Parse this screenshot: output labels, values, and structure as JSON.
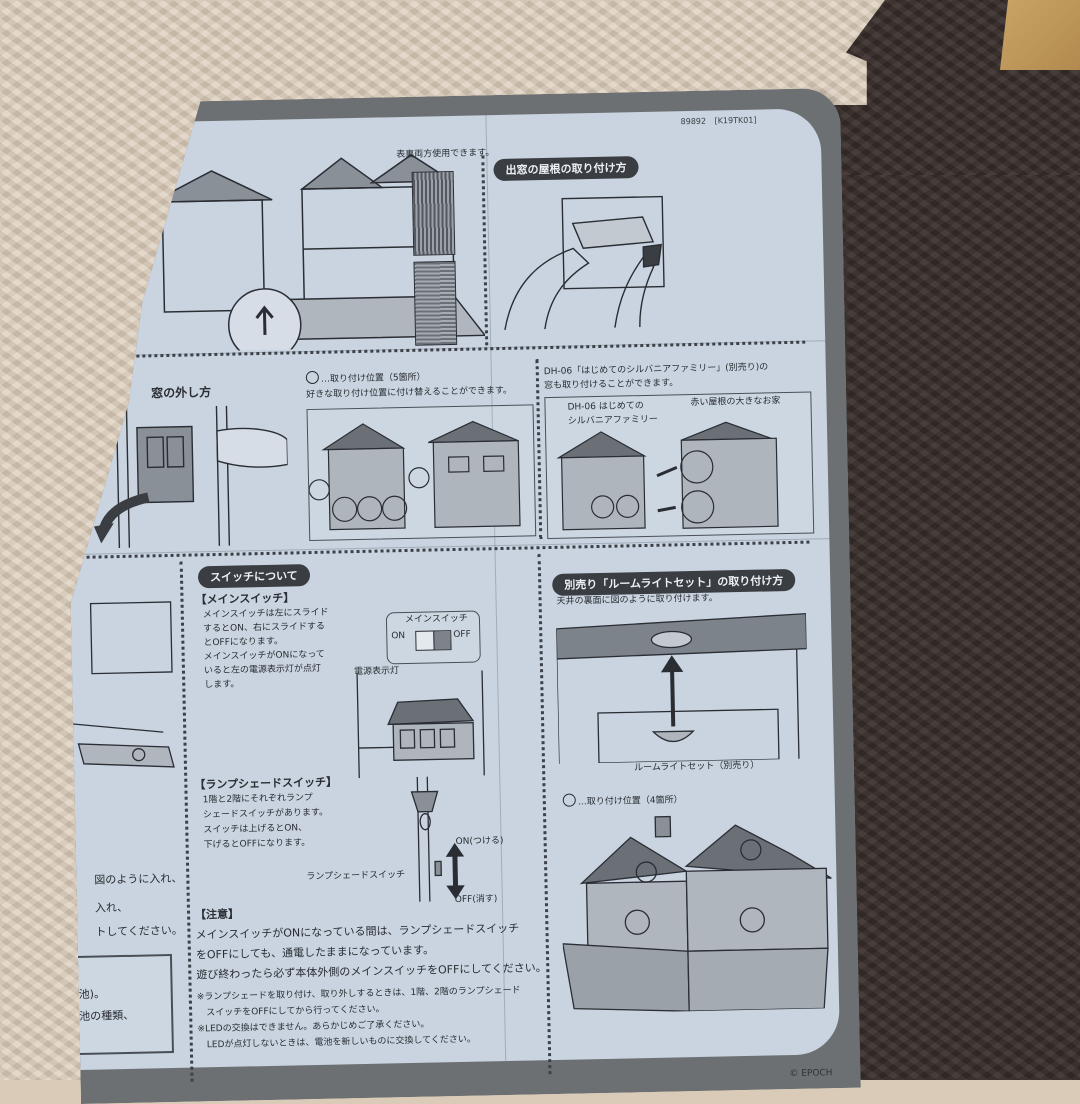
{
  "scene": {
    "description": "Photo of an EPOCH Sylvanian Families dollhouse instruction sheet on foam floor mats",
    "colors": {
      "paper": "#c9d4e0",
      "paper_border": "#6d7073",
      "mat_light": "#d8c9b6",
      "mat_dark": "#3a302c",
      "ink": "#2a2d33",
      "pill_bg": "#3a3d42"
    }
  },
  "header": {
    "code": "89892",
    "code2": "[K19TK01]"
  },
  "sections": {
    "floor_tiles": {
      "note": "表裏両方使用できます。"
    },
    "bay_window_roof": {
      "title": "出窓の屋根の取り付け方"
    },
    "window_removal": {
      "title": "窓の外し方"
    },
    "window_positions": {
      "legend": "…取り付け位置（5箇所）",
      "note": "好きな取り付け位置に付け替えることができます。"
    },
    "dh06": {
      "line1": "DH-06「はじめてのシルバニアファミリー」(別売り)の",
      "line2": "窓も取り付けることができます。",
      "label_left_1": "DH-06 はじめての",
      "label_left_2": "シルバニアファミリー",
      "label_right": "赤い屋根の大きなお家"
    },
    "switch": {
      "title": "スイッチについて",
      "main_switch_heading": "【メインスイッチ】",
      "main_switch_lines": [
        "メインスイッチは左にスライド",
        "するとON、右にスライドする",
        "とOFFになります。",
        "メインスイッチがONになって",
        "いると左の電源表示灯が点灯",
        "します。"
      ],
      "callout_title": "メインスイッチ",
      "callout_on": "ON",
      "callout_off": "OFF",
      "indicator_label": "電源表示灯",
      "lamp_heading": "【ランプシェードスイッチ】",
      "lamp_lines": [
        "1階と2階にそれぞれランプ",
        "シェードスイッチがあります。",
        "スイッチは上げるとON、",
        "下げるとOFFになります。"
      ],
      "lamp_on": "ON(つける)",
      "lamp_off": "OFF(消す)",
      "lamp_switch_label": "ランプシェードスイッチ"
    },
    "caution": {
      "heading": "【注意】",
      "lines": [
        "メインスイッチがONになっている間は、ランプシェードスイッチ",
        "をOFFにしても、通電したままになっています。",
        "遊び終わったら必ず本体外側のメインスイッチをOFFにしてください。"
      ],
      "notes": [
        "※ランプシェードを取り付け、取り外しするときは、1階、2階のランプシェード",
        "　スイッチをOFFにしてから行ってください。",
        "※LEDの交換はできません。あらかじめご了承ください。",
        "　LEDが点灯しないときは、電池を新しいものに交換してください。"
      ]
    },
    "room_light": {
      "title": "別売り「ルームライトセット」の取り付け方",
      "note": "天井の裏面に図のように取り付けます。",
      "product_label": "ルームライトセット（別売り）",
      "legend": "…取り付け位置（4箇所）"
    },
    "left_cut_text": {
      "lines": [
        "図のように入れ、",
        "入れ、",
        "トしてください。"
      ],
      "box_lines": [
        "池)。",
        "池の種類、"
      ]
    }
  },
  "footer": {
    "copyright": "© EPOCH"
  }
}
